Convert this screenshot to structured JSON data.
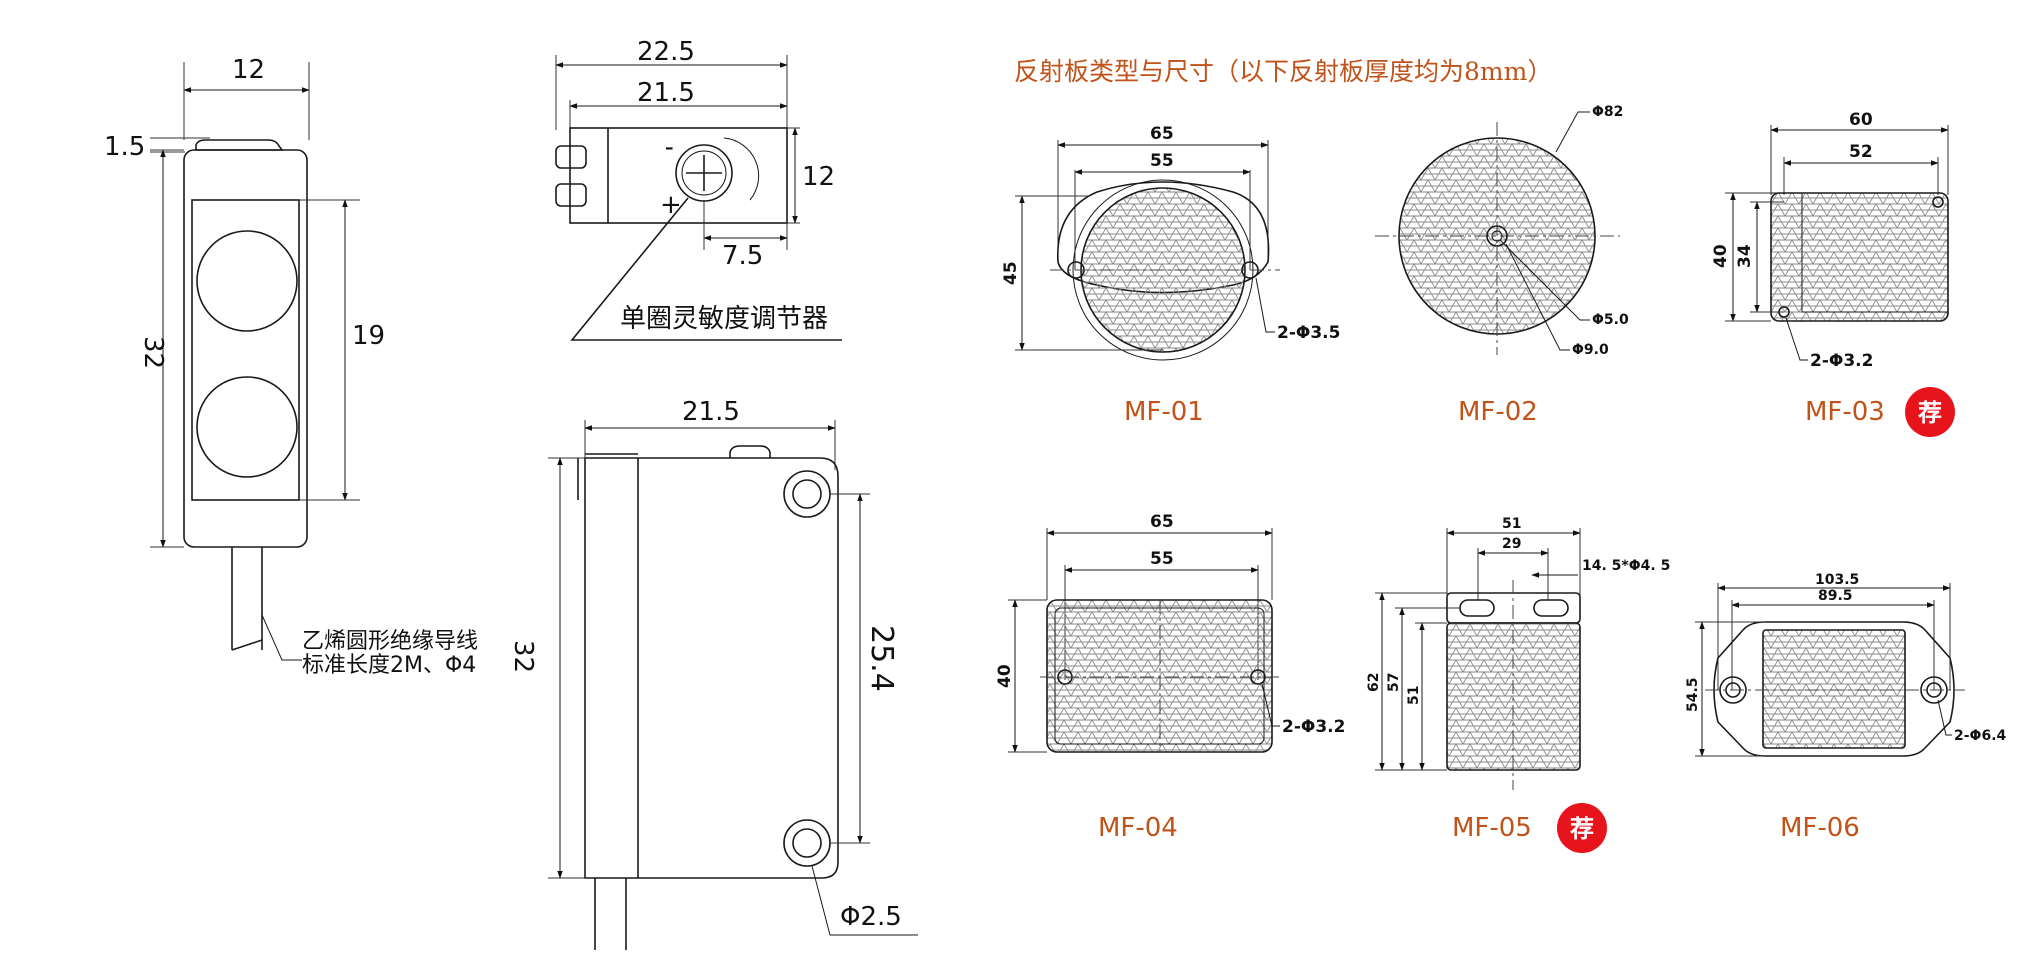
{
  "sensor": {
    "front": {
      "width": "12",
      "offset": "1.5",
      "height": "32",
      "window": "19"
    },
    "top": {
      "outer": "22.5",
      "inner": "21.5",
      "height": "12",
      "knob_offset": "7.5",
      "adjuster_label": "单圈灵敏度调节器"
    },
    "side": {
      "width": "21.5",
      "height": "32",
      "hole_spacing": "25.4",
      "hole_dia": "Φ2.5"
    },
    "cable_note": [
      "乙烯圆形绝缘导线",
      "标准长度2M、Φ4"
    ]
  },
  "reflectors": {
    "title": "反射板类型与尺寸（以下反射板厚度均为8mm）",
    "badge": "荐",
    "accent_color": "#c0531a",
    "badge_color": "#e8141c",
    "items": [
      {
        "label": "MF-01",
        "dims": [
          "65",
          "55",
          "45",
          "2-Φ3.5"
        ],
        "recommended": false
      },
      {
        "label": "MF-02",
        "dims": [
          "Φ82",
          "Φ5.0",
          "Φ9.0"
        ],
        "recommended": false
      },
      {
        "label": "MF-03",
        "dims": [
          "60",
          "52",
          "40",
          "34",
          "2-Φ3.2"
        ],
        "recommended": true
      },
      {
        "label": "MF-04",
        "dims": [
          "65",
          "55",
          "40",
          "2-Φ3.2"
        ],
        "recommended": false
      },
      {
        "label": "MF-05",
        "dims": [
          "51",
          "29",
          "14. 5*Φ4. 5",
          "62",
          "57",
          "51"
        ],
        "recommended": true
      },
      {
        "label": "MF-06",
        "dims": [
          "103.5",
          "89.5",
          "54.5",
          "2-Φ6.4"
        ],
        "recommended": false
      }
    ]
  }
}
